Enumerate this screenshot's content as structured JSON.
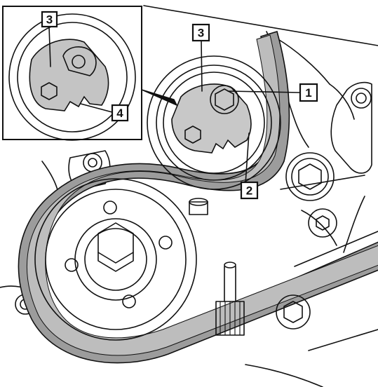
{
  "figure": {
    "colors": {
      "line": "#111111",
      "shade": "#cfcfcf",
      "shade_dark": "#a9a9a9",
      "background": "#ffffff"
    },
    "callouts": {
      "inset_3": "3",
      "inset_4": "4",
      "main_3": "3",
      "main_1": "1",
      "main_2": "2"
    }
  }
}
